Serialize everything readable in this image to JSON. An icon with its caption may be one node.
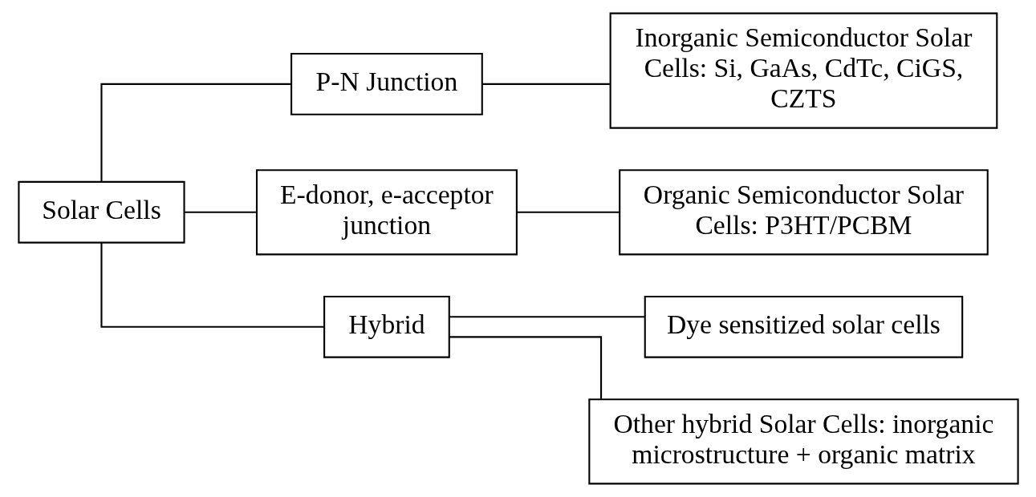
{
  "diagram": {
    "nodes": [
      {
        "text": [
          "Solar Cells"
        ]
      },
      {
        "text": [
          "P-N Junction"
        ]
      },
      {
        "text": [
          "E-donor, e-acceptor junction"
        ]
      },
      {
        "text": [
          "Hybrid"
        ]
      },
      {
        "text": [
          "Inorganic Semiconductor Solar Cells: Si, GaAs, CdTc, CiGS, CZTS"
        ]
      },
      {
        "text": [
          "Organic Semiconductor Solar Cells: P3HT/PCBM"
        ]
      },
      {
        "text": [
          "Dye sensitized solar cells"
        ]
      },
      {
        "text": [
          "Other hybrid Solar Cells: inorganic microstructure + organic matrix"
        ]
      }
    ],
    "edges": [
      {
        "from": 0,
        "to": 1,
        "arrow": "none"
      },
      {
        "from": 0,
        "to": 2,
        "arrow": "none"
      },
      {
        "from": 0,
        "to": 3,
        "arrow": "none"
      },
      {
        "from": 1,
        "to": 4,
        "arrow": "none"
      },
      {
        "from": 2,
        "to": 5,
        "arrow": "none"
      },
      {
        "from": 3,
        "to": 6,
        "arrow": "none"
      },
      {
        "from": 3,
        "to": 7,
        "arrow": "none"
      }
    ]
  }
}
